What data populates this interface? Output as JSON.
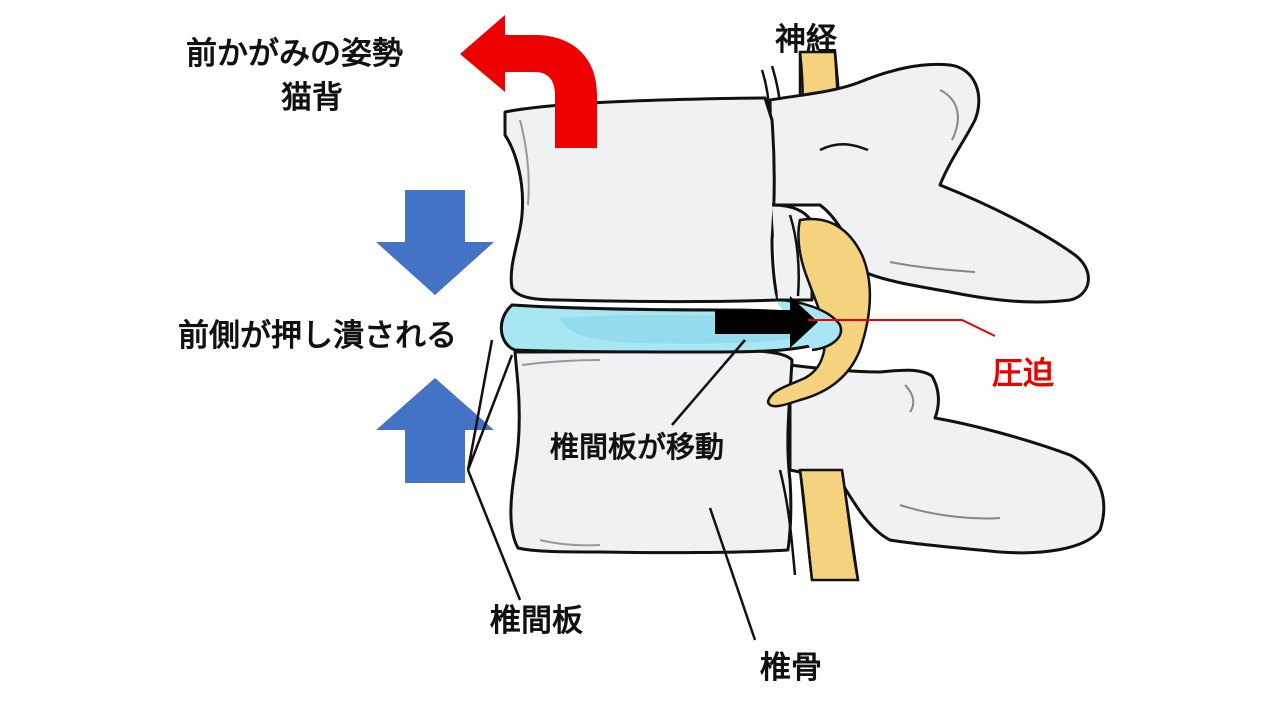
{
  "labels": {
    "posture_line1": "前かがみの姿勢",
    "posture_line2": "猫背",
    "nerve": "神経",
    "front_crushed": "前側が押し潰される",
    "compression": "圧迫",
    "disc_moves": "椎間板が移動",
    "disc": "椎間板",
    "vertebra": "椎骨"
  },
  "colors": {
    "bone_fill": "#f0f1f3",
    "outline": "#111111",
    "nerve_fill": "#f5d27e",
    "disc_fill": "#a9e6f3",
    "disc_core": "#7fd4e8",
    "red_arrow": "#ee0000",
    "blue_arrow": "#4472c4",
    "black_arrow": "#000000",
    "compression_text": "#ee0000"
  },
  "icons": {
    "posture_arrow": "curved-arrow-left-icon",
    "press_down": "arrow-down-icon",
    "press_up": "arrow-up-icon",
    "disc_shift": "arrow-right-icon"
  }
}
